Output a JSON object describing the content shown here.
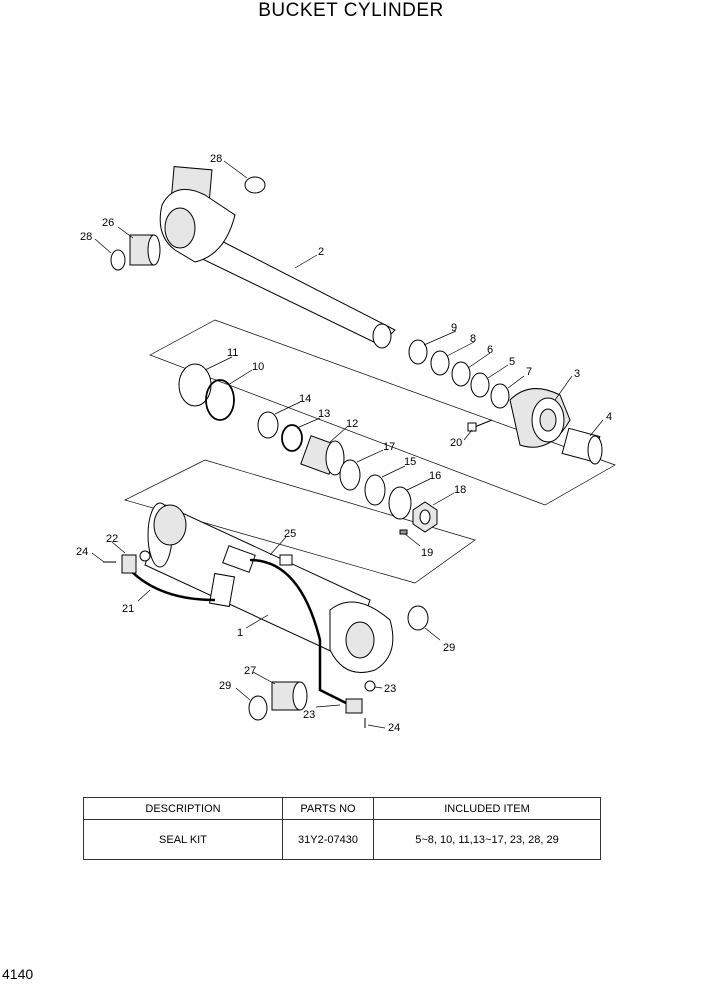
{
  "page": {
    "title": "BUCKET CYLINDER",
    "page_number": "4140"
  },
  "callouts": [
    "1",
    "2",
    "3",
    "4",
    "5",
    "6",
    "7",
    "8",
    "9",
    "10",
    "11",
    "12",
    "13",
    "14",
    "15",
    "16",
    "17",
    "18",
    "19",
    "20",
    "21",
    "22",
    "23",
    "23",
    "24",
    "24",
    "25",
    "26",
    "27",
    "28",
    "28",
    "29",
    "29"
  ],
  "table": {
    "headers": [
      "DESCRIPTION",
      "PARTS NO",
      "INCLUDED ITEM"
    ],
    "rows": [
      [
        "SEAL KIT",
        "31Y2-07430",
        "5~8, 10, 11,13~17, 23, 28, 29"
      ]
    ]
  }
}
